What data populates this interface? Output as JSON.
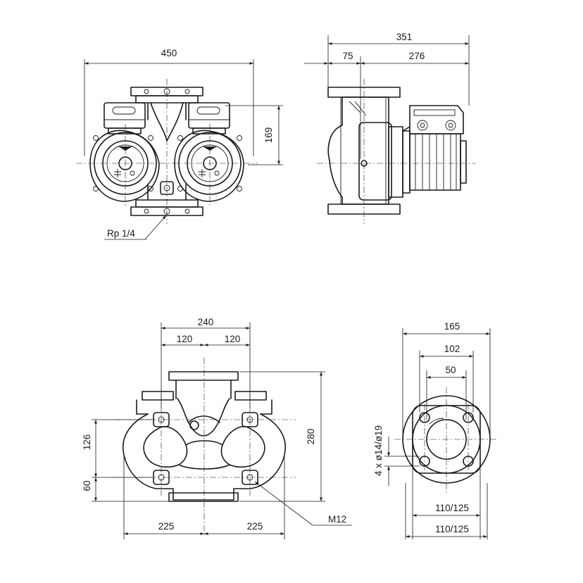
{
  "top_left_view": {
    "width": "450",
    "height": "169",
    "connection": "Rp 1/4"
  },
  "top_right_view": {
    "overall": "351",
    "left_part": "75",
    "right_part": "276"
  },
  "bottom_left_view": {
    "port_spacing": "240",
    "half_left": "120",
    "half_right": "120",
    "height": "280",
    "upper_offset": "126",
    "lower_offset": "60",
    "left_reach": "225",
    "right_reach": "225",
    "bolt": "M12"
  },
  "bottom_right_view": {
    "outer": "165",
    "bolt_circle": "102",
    "bore": "50",
    "holes": "4 x ø14/ø19",
    "pcd_a": "110/125",
    "pcd_b": "110/125"
  }
}
